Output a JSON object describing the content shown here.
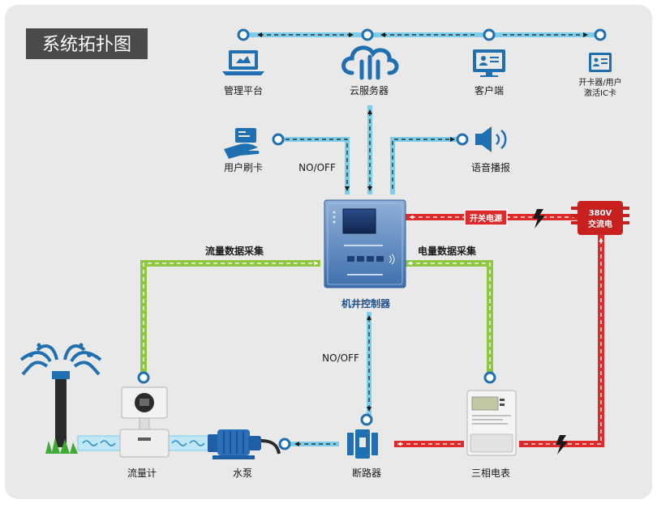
{
  "title": "系统拓扑图",
  "nodes": {
    "management_platform": "管理平台",
    "cloud_server": "云服务器",
    "client": "客户端",
    "card_issuer": [
      "开卡器/用户",
      "激活IC卡"
    ],
    "user_card_swipe": "用户刷卡",
    "voice_broadcast": "语音播报",
    "well_controller": "机井控制器",
    "flow_meter": "流量计",
    "water_pump": "水泵",
    "circuit_breaker": "断路器",
    "three_phase_meter": "三相电表",
    "power_380v": [
      "380V",
      "交流电"
    ],
    "switch_power": "开关电源"
  },
  "links": {
    "onoff_top": "NO/OFF",
    "onoff_bottom": "NO/OFF",
    "flow_collection": "流量数据采集",
    "power_collection": "电量数据采集"
  },
  "colors": {
    "background": "#e9e9e9",
    "blue_link": "#7ccdea",
    "red_link": "#dd2a2a",
    "green_link": "#8ec640",
    "icon_blue": "#1f6fb1",
    "title_bg": "#4a4a4a"
  }
}
